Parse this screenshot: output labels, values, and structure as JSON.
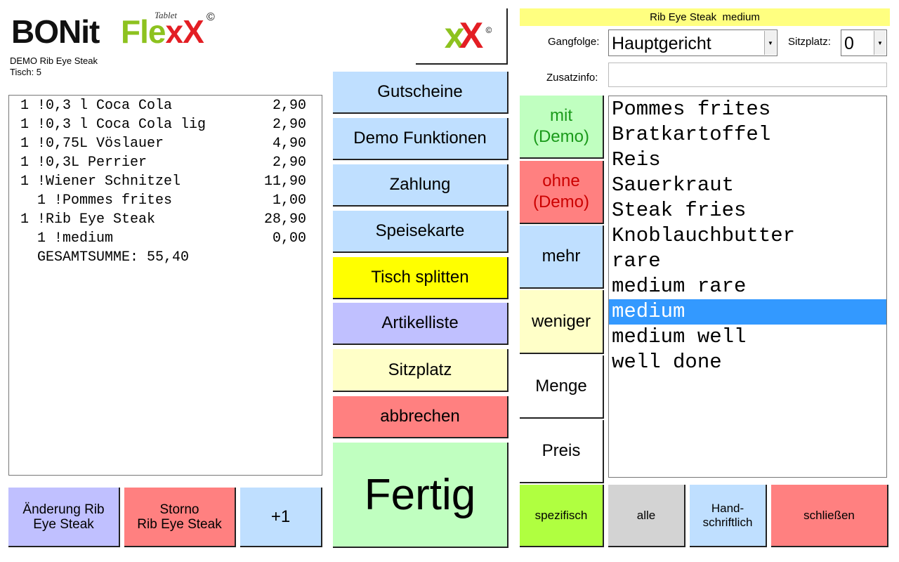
{
  "logo": {
    "part1": "BONit",
    "part2": "Fle",
    "x1": "x",
    "x2": "X",
    "tablet": "Tablet",
    "copyright": "©"
  },
  "logo_small": {
    "x1": "x",
    "x2": "X",
    "copyright": "©"
  },
  "info": {
    "line1": "DEMO Rib Eye Steak",
    "line2": "Tisch: 5"
  },
  "receipt": {
    "lines": [
      {
        "text": "1 !0,3 l Coca Cola",
        "price": "2,90"
      },
      {
        "text": "1 !0,3 l Coca Cola lig",
        "price": "2,90"
      },
      {
        "text": "1 !0,75L Vöslauer",
        "price": "4,90"
      },
      {
        "text": "1 !0,3L Perrier",
        "price": "2,90"
      },
      {
        "text": "1 !Wiener Schnitzel",
        "price": "11,90"
      },
      {
        "text": "  1 !Pommes frites",
        "price": "1,00"
      },
      {
        "text": "1 !Rib Eye Steak",
        "price": "28,90"
      },
      {
        "text": "  1 !medium",
        "price": "0,00"
      },
      {
        "text": "  GESAMTSUMME: 55,40",
        "price": ""
      }
    ]
  },
  "bottom_left": {
    "aenderung": "Änderung Rib Eye Steak",
    "storno_1": "Storno",
    "storno_2": "Rib Eye Steak",
    "plus1": "+1"
  },
  "middle": {
    "gutscheine": "Gutscheine",
    "demo": "Demo Funktionen",
    "zahlung": "Zahlung",
    "speisekarte": "Speisekarte",
    "tisch_splitten": "Tisch splitten",
    "artikelliste": "Artikelliste",
    "sitzplatz": "Sitzplatz",
    "abbrechen": "abbrechen",
    "fertig": "Fertig"
  },
  "right": {
    "header": "Rib Eye Steak  medium",
    "gangfolge_label": "Gangfolge:",
    "gangfolge_value": "Hauptgericht",
    "sitzplatz_label": "Sitzplatz:",
    "sitzplatz_value": "0",
    "zusatzinfo_label": "Zusatzinfo:",
    "zusatzinfo_value": "",
    "mit_1": "mit",
    "mit_2": "(Demo)",
    "ohne_1": "ohne",
    "ohne_2": "(Demo)",
    "mehr": "mehr",
    "weniger": "weniger",
    "menge": "Menge",
    "preis": "Preis",
    "options": [
      "Pommes frites",
      "Bratkartoffel",
      "Reis",
      "Sauerkraut",
      "Steak fries",
      "Knoblauchbutter",
      "rare",
      "medium rare",
      "medium",
      "medium well",
      "well done"
    ],
    "selected_option": "medium",
    "spezifisch": "spezifisch",
    "alle": "alle",
    "hand_1": "Hand-",
    "hand_2": "schriftlich",
    "schliessen": "schließen"
  },
  "colors": {
    "lightblue": "#bfdfff",
    "yellow": "#ffff00",
    "lavender": "#c0c0ff",
    "cream": "#ffffc8",
    "red": "#ff8080",
    "lightgreen": "#c0ffc0",
    "green": "#b0ff40",
    "gray": "#d3d3d3",
    "header_yellow": "#ffff80",
    "select_blue": "#3399ff"
  }
}
